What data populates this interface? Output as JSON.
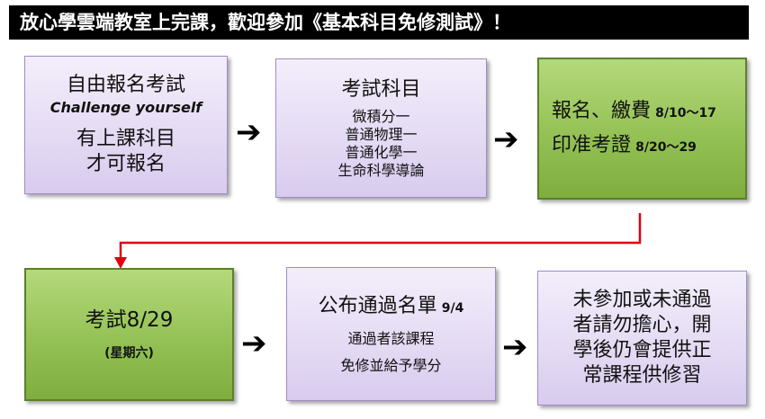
{
  "banner": {
    "text": "放心學雲端教室上完課，歡迎參加《基本科目免修測試》！"
  },
  "box1": {
    "title": "自由報名考試",
    "subtitle": "Challenge yourself",
    "line1": "有上課科目",
    "line2": "才可報名"
  },
  "box2": {
    "title": "考試科目",
    "subjects": [
      "微積分一",
      "普通物理一",
      "普通化學一",
      "生命科學導論"
    ]
  },
  "box3": {
    "line1_label": "報名、繳費",
    "line1_date": "8/10～17",
    "line2_label": "印准考證",
    "line2_date": "8/20～29"
  },
  "box4": {
    "label": "考試8/29",
    "day": "(星期六)"
  },
  "box5": {
    "title_label": "公布通過名單",
    "title_date": "9/4",
    "line1": "通過者該課程",
    "line2": "免修並給予學分"
  },
  "box6": {
    "lines": [
      "未參加或未通過",
      "者請勿擔心，開",
      "學後仍會提供正",
      "常課程供修習"
    ]
  },
  "arrows": {
    "glyph": "➔"
  },
  "colors": {
    "connector_red": "#e0000e",
    "green_box": "#94c155",
    "purple_box": "#e5dcf4"
  }
}
